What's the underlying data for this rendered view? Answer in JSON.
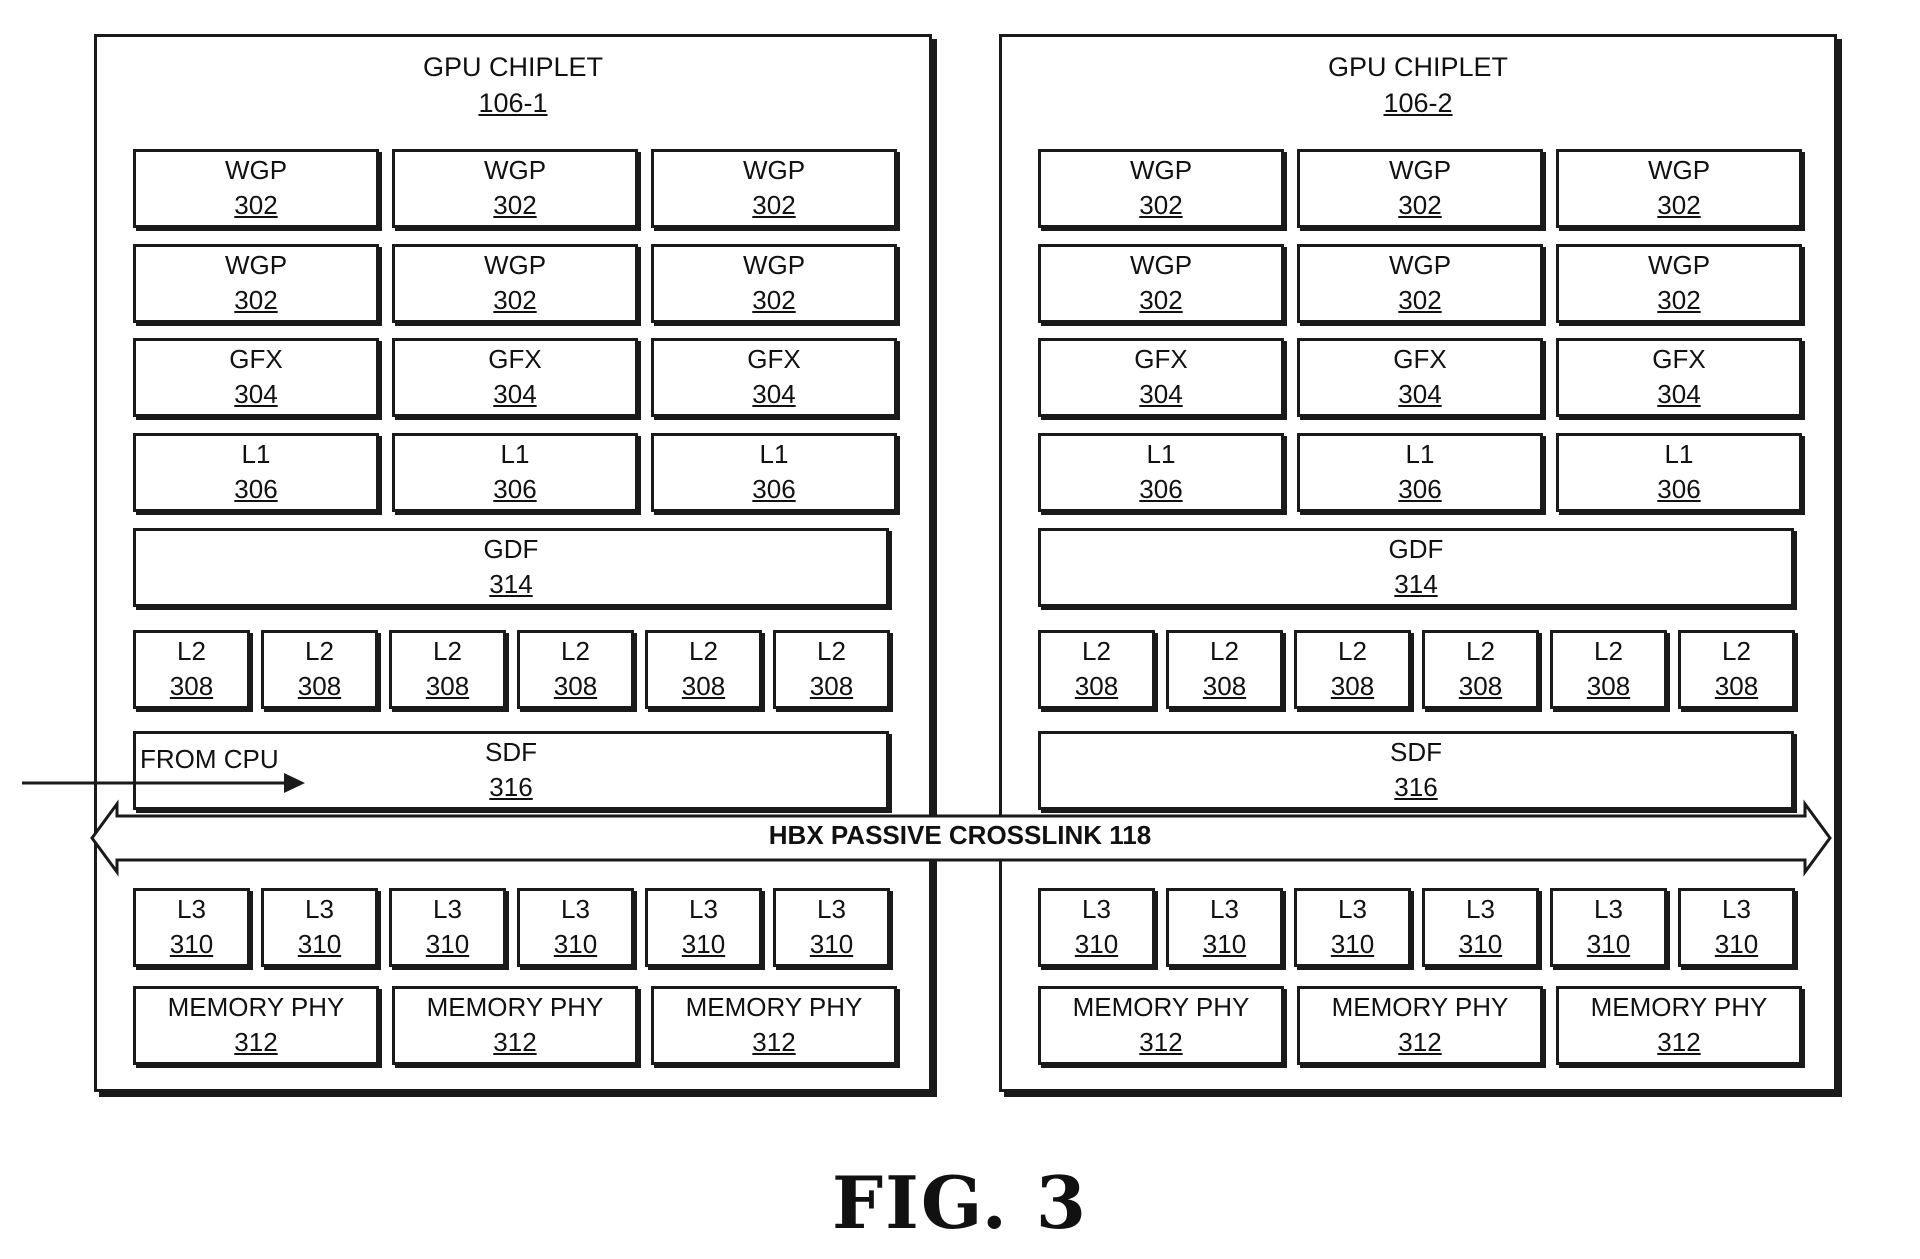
{
  "chiplets": [
    {
      "title": "GPU CHIPLET",
      "ref": "106-1"
    },
    {
      "title": "GPU CHIPLET",
      "ref": "106-2"
    }
  ],
  "blocks": {
    "wgp": {
      "label": "WGP",
      "ref": "302"
    },
    "gfx": {
      "label": "GFX",
      "ref": "304"
    },
    "l1": {
      "label": "L1",
      "ref": "306"
    },
    "l2": {
      "label": "L2",
      "ref": "308"
    },
    "l3": {
      "label": "L3",
      "ref": "310"
    },
    "memory_phy": {
      "label": "MEMORY PHY",
      "ref": "312"
    },
    "gdf": {
      "label": "GDF",
      "ref": "314"
    },
    "sdf": {
      "label": "SDF",
      "ref": "316"
    }
  },
  "from_cpu_label": "FROM CPU",
  "crosslink_label": "HBX PASSIVE CROSSLINK 118",
  "figure_caption": "FIG. 3"
}
